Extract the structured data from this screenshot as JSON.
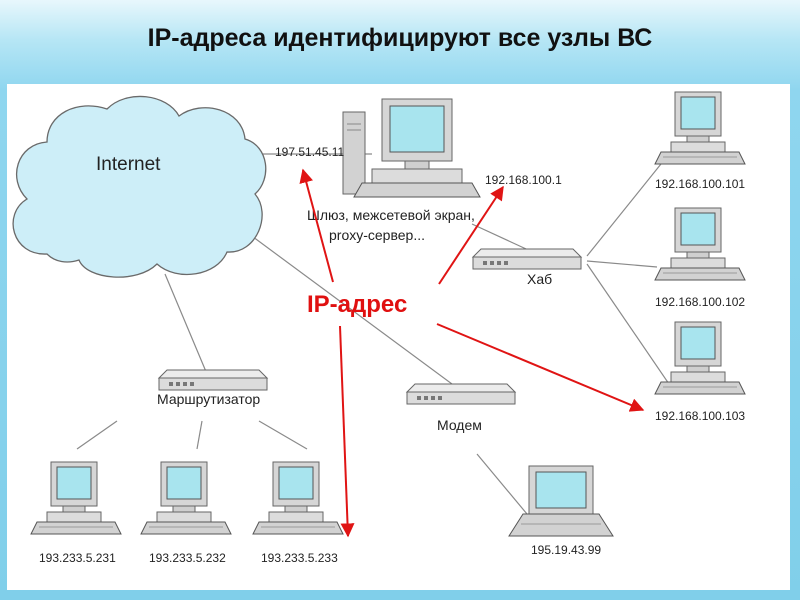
{
  "title": "IP-адреса идентифицируют все узлы ВС",
  "cloud_label": "Internet",
  "gateway": {
    "ip": "197.51.45.11",
    "label_line1": "Шлюз, межсетевой экран,",
    "label_line2": "proxy-сервер..."
  },
  "gateway_inner_ip": "192.168.100.1",
  "hub_label": "Хаб",
  "router_label": "Маршрутизатор",
  "modem_label": "Модем",
  "center_label": "IP-адрес",
  "hosts": {
    "hub_pc1": "192.168.100.101",
    "hub_pc2": "192.168.100.102",
    "hub_pc3": "192.168.100.103",
    "router_pc1": "193.233.5.231",
    "router_pc2": "193.233.5.232",
    "router_pc3": "193.233.5.233",
    "laptop": "195.19.43.99"
  },
  "colors": {
    "arrow": "#e01414",
    "equipment": "#d8d8d8",
    "screen": "#a8e4ee",
    "cloud": "#cdeef8"
  },
  "icons": [
    "cloud-icon",
    "server-icon",
    "hub-icon",
    "router-icon",
    "modem-icon",
    "desktop-icon",
    "laptop-icon"
  ]
}
